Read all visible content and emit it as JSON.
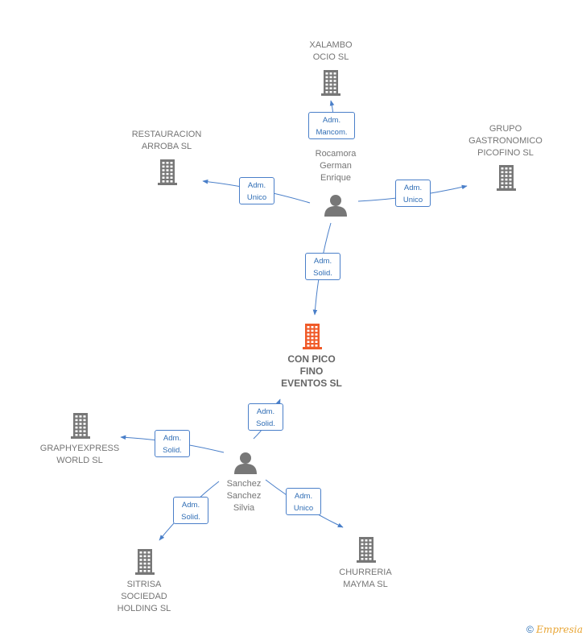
{
  "companies": [
    {
      "key": "xalambo",
      "lines": [
        "XALAMBO",
        "OCIO SL"
      ]
    },
    {
      "key": "restauracion",
      "lines": [
        "RESTAURACION",
        "ARROBA SL"
      ]
    },
    {
      "key": "grupo",
      "lines": [
        "GRUPO",
        "GASTRONOMICO",
        "PICOFINO  SL"
      ]
    },
    {
      "key": "conpico",
      "lines": [
        "CON PICO",
        "FINO",
        "EVENTOS  SL"
      ],
      "highlight": true
    },
    {
      "key": "graphy",
      "lines": [
        "GRAPHYEXPRESS",
        "WORLD  SL"
      ]
    },
    {
      "key": "sitrisa",
      "lines": [
        "SITRISA",
        "SOCIEDAD",
        "HOLDING  SL"
      ]
    },
    {
      "key": "churreria",
      "lines": [
        "CHURRERIA",
        "MAYMA  SL"
      ]
    }
  ],
  "persons": [
    {
      "key": "rocamora",
      "lines": [
        "Rocamora",
        "German",
        "Enrique"
      ]
    },
    {
      "key": "sanchez",
      "lines": [
        "Sanchez",
        "Sanchez",
        "Silvia"
      ]
    }
  ],
  "relations": [
    {
      "key": "r1",
      "from": "rocamora",
      "to": "xalambo",
      "lines": [
        "Adm.",
        "Mancom."
      ]
    },
    {
      "key": "r2",
      "from": "rocamora",
      "to": "restauracion",
      "lines": [
        "Adm.",
        "Unico"
      ]
    },
    {
      "key": "r3",
      "from": "rocamora",
      "to": "grupo",
      "lines": [
        "Adm.",
        "Unico"
      ]
    },
    {
      "key": "r4",
      "from": "rocamora",
      "to": "conpico",
      "lines": [
        "Adm.",
        "Solid."
      ]
    },
    {
      "key": "r5",
      "from": "sanchez",
      "to": "conpico",
      "lines": [
        "Adm.",
        "Solid."
      ]
    },
    {
      "key": "r6",
      "from": "sanchez",
      "to": "graphy",
      "lines": [
        "Adm.",
        "Solid."
      ]
    },
    {
      "key": "r7",
      "from": "sanchez",
      "to": "sitrisa",
      "lines": [
        "Adm.",
        "Solid."
      ]
    },
    {
      "key": "r8",
      "from": "sanchez",
      "to": "churreria",
      "lines": [
        "Adm.",
        "Unico"
      ]
    }
  ],
  "colors": {
    "company": "#777777",
    "highlight": "#f05a28",
    "edge": "#4a7fc9",
    "person": "#777777"
  },
  "footer": {
    "copyright": "©",
    "brand_initial": "E",
    "brand_rest": "mpresia"
  }
}
